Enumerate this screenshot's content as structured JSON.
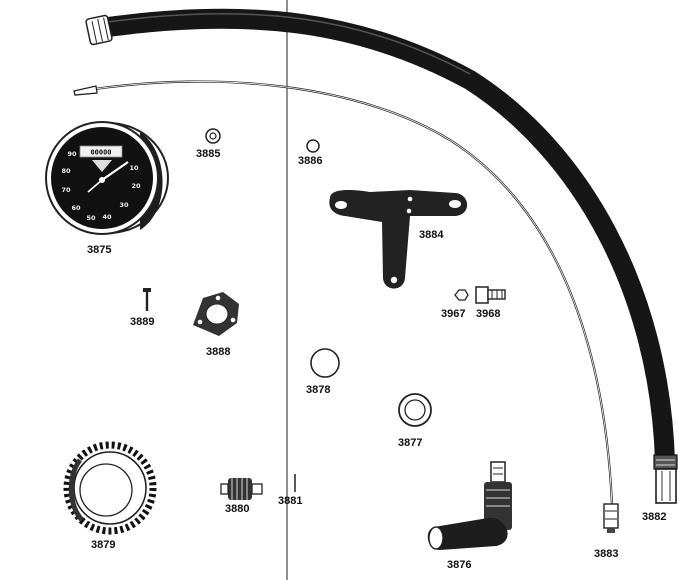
{
  "diagram": {
    "parts": [
      {
        "id": "3875",
        "name": "speedometer-icon"
      },
      {
        "id": "3876",
        "name": "drive-gearbox-icon"
      },
      {
        "id": "3877",
        "name": "washer-icon"
      },
      {
        "id": "3878",
        "name": "ring-icon"
      },
      {
        "id": "3879",
        "name": "ring-gear-icon"
      },
      {
        "id": "3880",
        "name": "pinion-gear-icon"
      },
      {
        "id": "3881",
        "name": "pin-icon"
      },
      {
        "id": "3882",
        "name": "outer-cable-icon"
      },
      {
        "id": "3883",
        "name": "inner-cable-icon"
      },
      {
        "id": "3884",
        "name": "mounting-bracket-icon"
      },
      {
        "id": "3885",
        "name": "nut-icon"
      },
      {
        "id": "3886",
        "name": "small-ring-icon"
      },
      {
        "id": "3888",
        "name": "flange-plate-icon"
      },
      {
        "id": "3889",
        "name": "screw-icon"
      },
      {
        "id": "3967",
        "name": "small-nut-icon"
      },
      {
        "id": "3968",
        "name": "bolt-icon"
      }
    ],
    "speedometer": {
      "odometer": "00000",
      "scale": [
        "10",
        "20",
        "30",
        "40",
        "50",
        "60",
        "70",
        "80",
        "90"
      ]
    }
  }
}
